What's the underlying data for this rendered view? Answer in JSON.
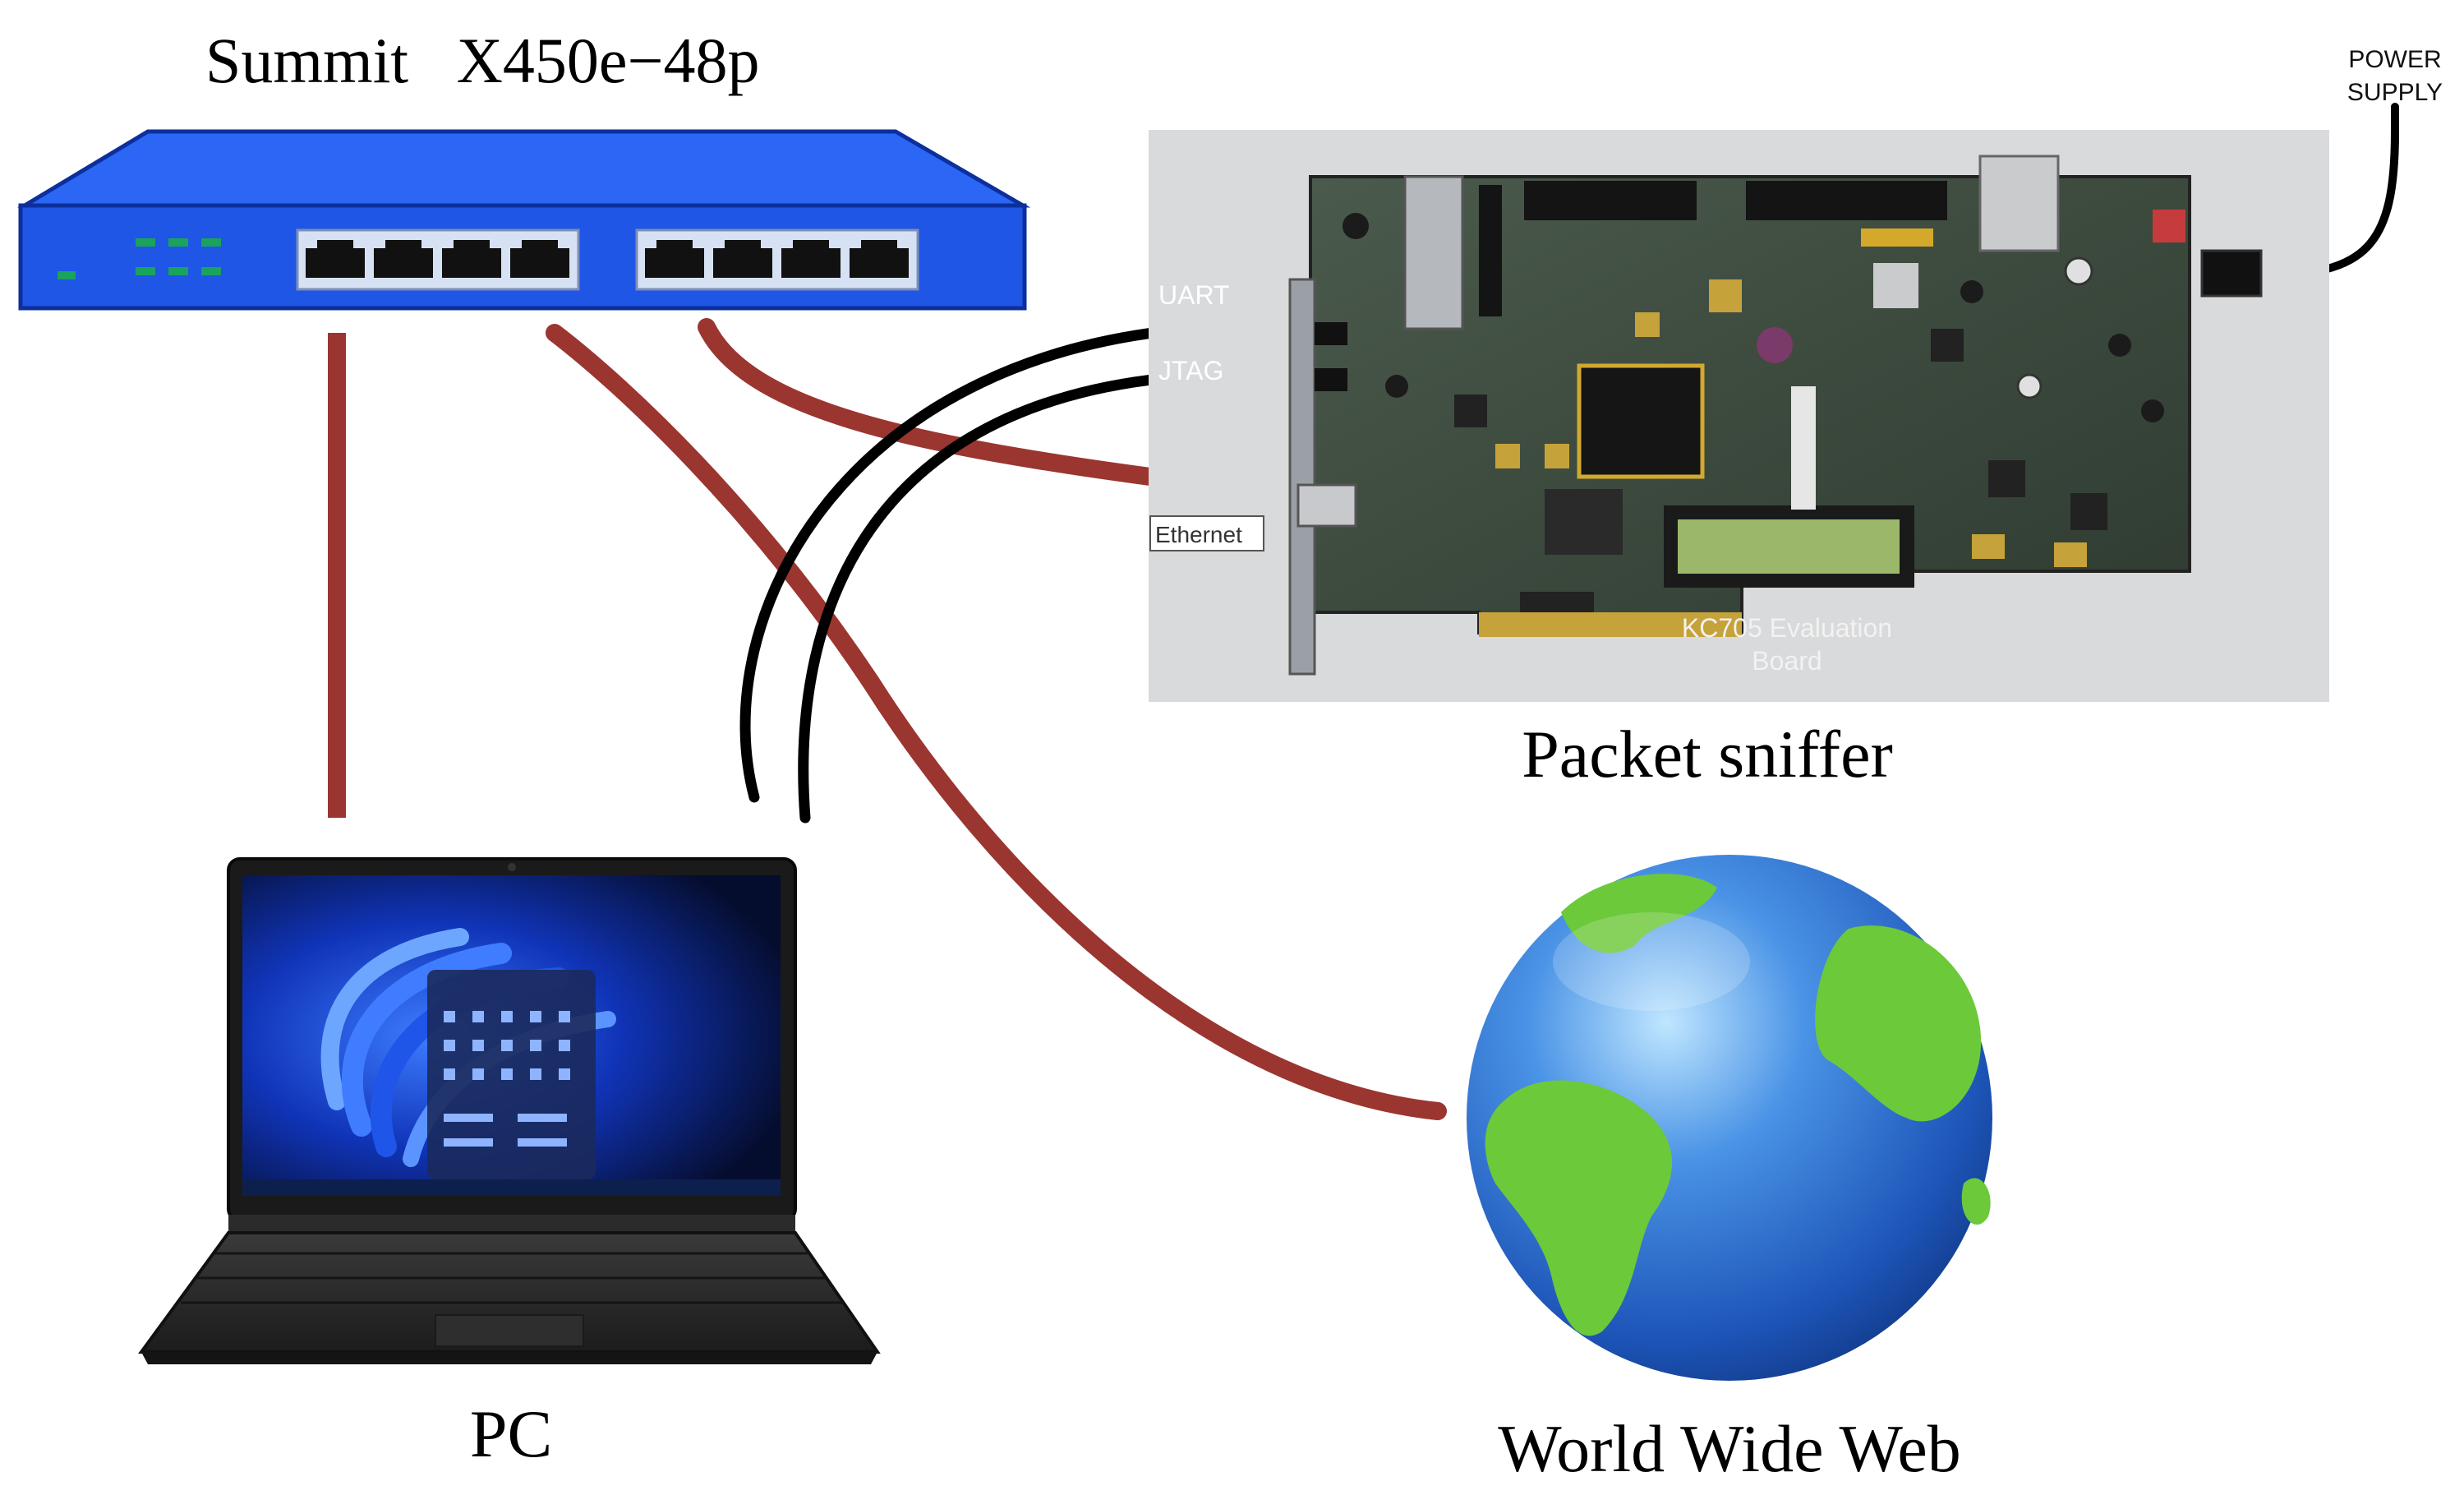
{
  "switch": {
    "label": "Summit   X450e−48p",
    "port_count": 8
  },
  "labels": {
    "power_supply_line1": "POWER",
    "power_supply_line2": "SUPPLY",
    "uart": "UART",
    "jtag": "JTAG",
    "ethernet": "Ethernet",
    "board_line1": "KC705 Evaluation",
    "board_line2": "Board",
    "packet_sniffer": "Packet sniffer",
    "pc": "PC",
    "world_wide_web": "World Wide Web"
  },
  "colors": {
    "switch_body": "#1f56e6",
    "switch_top": "#2b66f5",
    "switch_outline": "#0c2f9c",
    "ethernet_cable": "#9b3530",
    "usb_cable": "#000000",
    "board_pcb": "#3b4a3e",
    "ocean": "#2f73d4",
    "land": "#6cc93a"
  }
}
